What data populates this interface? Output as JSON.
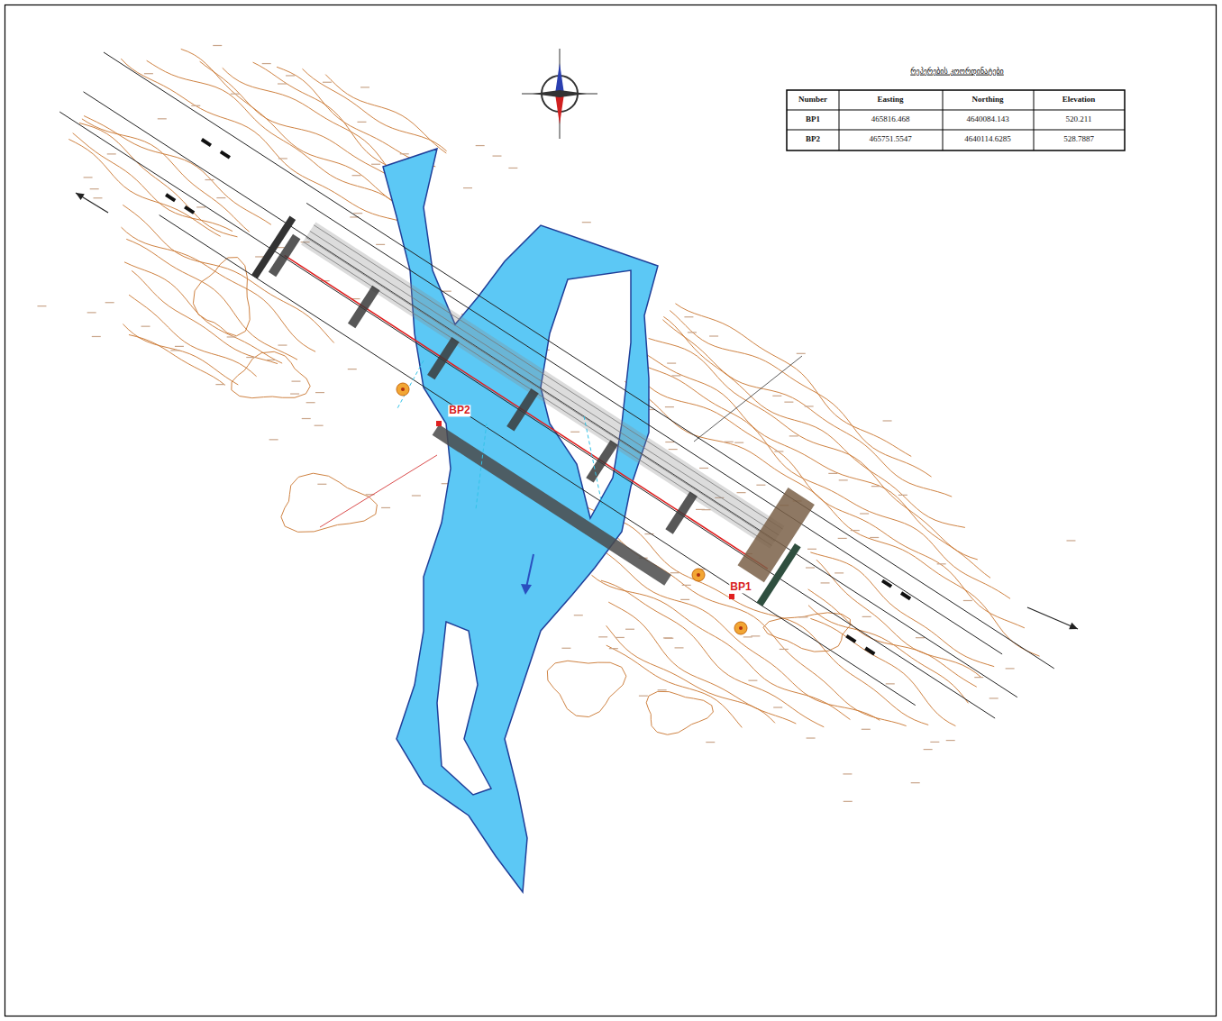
{
  "diagram": {
    "labels": [
      "რეპერების კოორდინატები",
      "Number",
      "Easting",
      "Northing",
      "Elevation",
      "BP1",
      "465816.468",
      "4640084.143",
      "520.211",
      "BP2",
      "465751.5547",
      "4640114.6285",
      "528.7887",
      "BP2",
      "BP1"
    ]
  }
}
